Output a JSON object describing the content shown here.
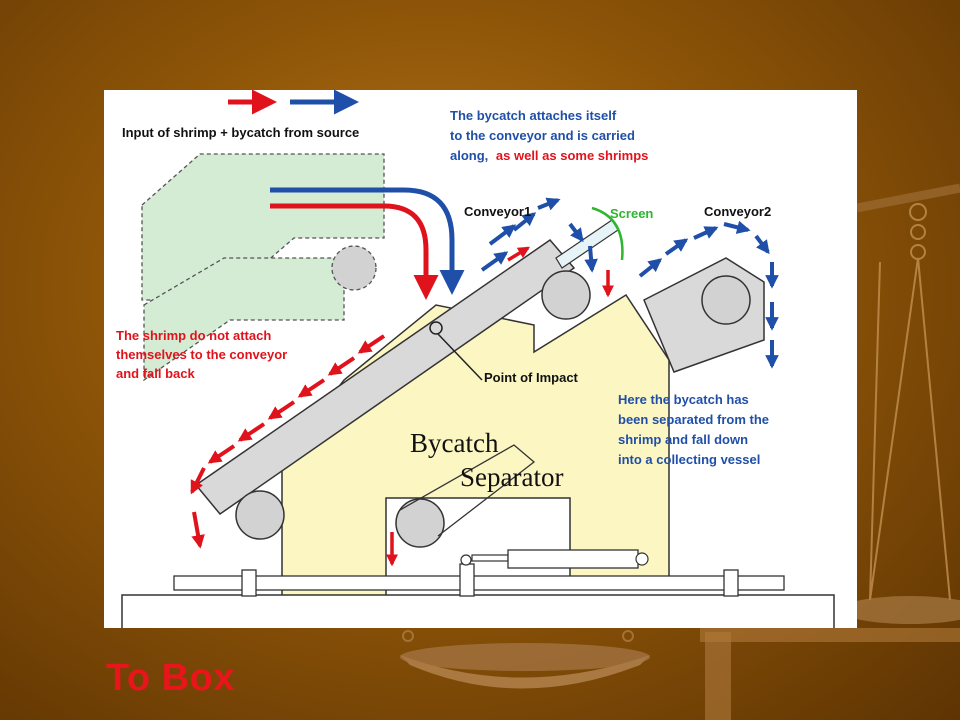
{
  "slide": {
    "caption": "To Box"
  },
  "diagram": {
    "title_input": "Input of shrimp + bycatch from source",
    "bycatch_note_line1": "The bycatch attaches itself",
    "bycatch_note_line2": "to the conveyor and is carried",
    "bycatch_note_line3a": "along,",
    "bycatch_note_line3b": "as well as some shrimps",
    "conveyor1_label": "Conveyor1",
    "screen_label": "Screen",
    "conveyor2_label": "Conveyor2",
    "shrimp_note_line1": "The shrimp do not attach",
    "shrimp_note_line2": "themselves to the conveyor",
    "shrimp_note_line3": "and fall back",
    "impact_label": "Point of Impact",
    "separated_note_line1": "Here the bycatch has",
    "separated_note_line2": "been separated from the",
    "separated_note_line3": "shrimp and fall down",
    "separated_note_line4": "into a collecting vessel",
    "separator_line1": "Bycatch",
    "separator_line2": "Separator",
    "colors": {
      "shrimp_red": "#e0131d",
      "bycatch_blue": "#1f4fa8",
      "screen_green": "#2fb52f",
      "machine_fill": "#fbf6c2",
      "chute_fill": "#d4ebd4",
      "roller_fill": "#d2d2d2"
    }
  }
}
